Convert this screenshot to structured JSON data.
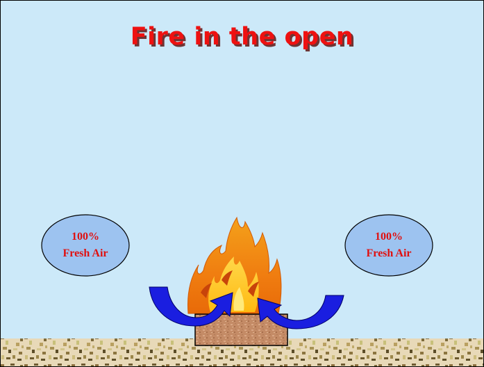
{
  "slide": {
    "title": "Fire in the open",
    "left_bubble": {
      "line1": "100%",
      "line2": "Fresh Air"
    },
    "right_bubble": {
      "line1": "100%",
      "line2": "Fresh Air"
    }
  },
  "colors": {
    "background": "#cce9f9",
    "title_text": "#ee1111",
    "title_shadow": "#6e3434",
    "bubble_fill": "#9dc3f0",
    "bubble_text": "#e01010",
    "arrow_fill": "#1a1ee0",
    "brick_fill": "#c48b66",
    "flame_outer": "#f58a0e",
    "flame_inner": "#ffd21a"
  },
  "icons": [
    "fire-icon",
    "curved-arrow-icon",
    "brick-block-icon",
    "ground-texture"
  ]
}
